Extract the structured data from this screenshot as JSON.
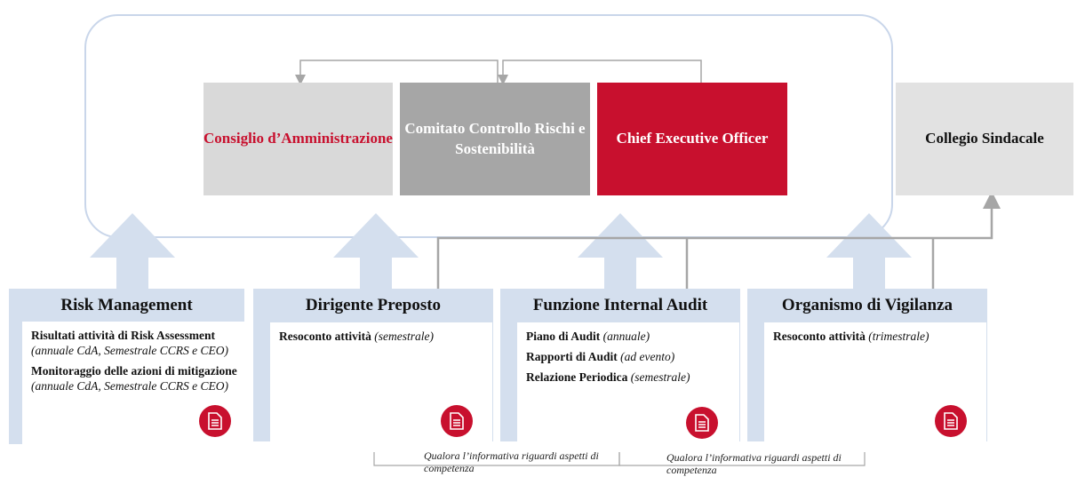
{
  "governance": {
    "cda": "Consiglio d’Amministrazione",
    "ccrs": "Comitato Controllo Rischi e Sostenibilità",
    "ceo": "Chief Executive Officer",
    "collegio": "Collegio Sindacale"
  },
  "functions": [
    {
      "title": "Risk Management",
      "items": [
        {
          "bold": "Risultati attività di Risk Assessment",
          "italic": "(annuale CdA, Semestrale CCRS e CEO)"
        },
        {
          "bold": "Monitoraggio delle azioni di mitigazione",
          "italic": "(annuale CdA, Semestrale CCRS e CEO)"
        }
      ]
    },
    {
      "title": "Dirigente Preposto",
      "items": [
        {
          "bold": "Resoconto attività",
          "italic": "(semestrale)"
        }
      ]
    },
    {
      "title": "Funzione Internal Audit",
      "items": [
        {
          "bold": "Piano di Audit",
          "italic": "(annuale)"
        },
        {
          "bold": "Rapporti di Audit",
          "italic": "(ad evento)"
        },
        {
          "bold": "Relazione Periodica",
          "italic": "(semestrale)"
        }
      ]
    },
    {
      "title": "Organismo di Vigilanza",
      "items": [
        {
          "bold": "Resoconto attività",
          "italic": "(trimestrale)"
        }
      ]
    }
  ],
  "notes": {
    "left": "Qualora l’informativa riguardi aspetti di competenza",
    "right": "Qualora l’informativa riguardi aspetti di competenza"
  },
  "colors": {
    "accent_red": "#c8102e",
    "light_blue": "#d4dfee",
    "connector_gray": "#a6a6a6"
  },
  "icons": {
    "report": "document-icon"
  }
}
